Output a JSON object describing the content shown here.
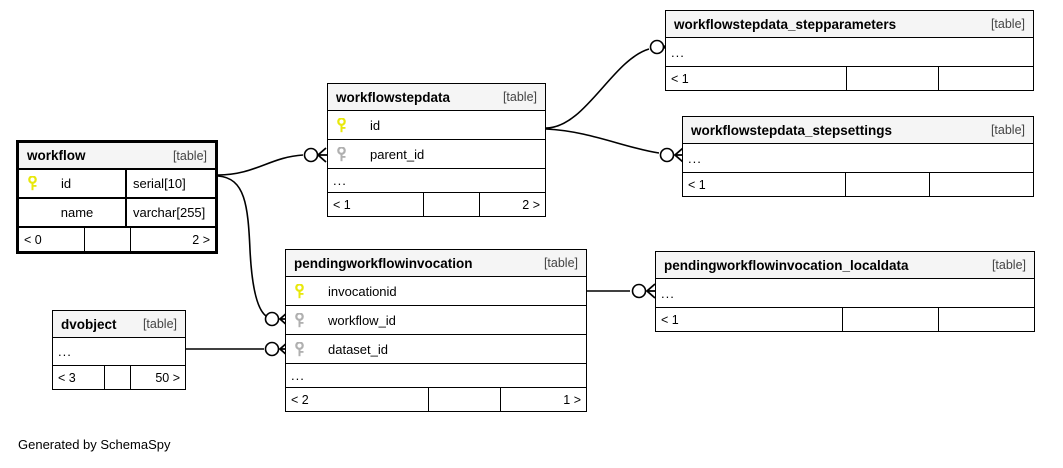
{
  "diagram": {
    "credit": "Generated by SchemaSpy",
    "table_tag": "[table]",
    "ellipsis": "...",
    "key_primary_color": "#e8e80c",
    "key_foreign_color": "#b0b0b0",
    "header_bg": "#f5f5f5",
    "line_color": "#000000"
  },
  "tables": {
    "workflow": {
      "name": "workflow",
      "tag": "[table]",
      "columns": [
        {
          "name": "id",
          "type": "serial[10]",
          "key": "primary"
        },
        {
          "name": "name",
          "type": "varchar[255]",
          "key": "none"
        }
      ],
      "footer": {
        "left": "< 0",
        "mid": "",
        "right": "2 >"
      }
    },
    "workflowstepdata": {
      "name": "workflowstepdata",
      "tag": "[table]",
      "columns": [
        {
          "name": "id",
          "type": "",
          "key": "primary"
        },
        {
          "name": "parent_id",
          "type": "",
          "key": "foreign"
        }
      ],
      "ellipsis": "...",
      "footer": {
        "left": "< 1",
        "mid": "",
        "right": "2 >"
      }
    },
    "workflowstepdata_stepparameters": {
      "name": "workflowstepdata_stepparameters",
      "tag": "[table]",
      "ellipsis": "...",
      "footer": {
        "left": "< 1",
        "mid": "",
        "right": ""
      }
    },
    "workflowstepdata_stepsettings": {
      "name": "workflowstepdata_stepsettings",
      "tag": "[table]",
      "ellipsis": "...",
      "footer": {
        "left": "< 1",
        "mid": "",
        "right": ""
      }
    },
    "pendingworkflowinvocation": {
      "name": "pendingworkflowinvocation",
      "tag": "[table]",
      "columns": [
        {
          "name": "invocationid",
          "type": "",
          "key": "primary"
        },
        {
          "name": "workflow_id",
          "type": "",
          "key": "foreign"
        },
        {
          "name": "dataset_id",
          "type": "",
          "key": "foreign"
        }
      ],
      "ellipsis": "...",
      "footer": {
        "left": "< 2",
        "mid": "",
        "right": "1 >"
      }
    },
    "pendingworkflowinvocation_localdata": {
      "name": "pendingworkflowinvocation_localdata",
      "tag": "[table]",
      "ellipsis": "...",
      "footer": {
        "left": "< 1",
        "mid": "",
        "right": ""
      }
    },
    "dvobject": {
      "name": "dvobject",
      "tag": "[table]",
      "ellipsis": "...",
      "footer": {
        "left": "< 3",
        "mid": "",
        "right": "50 >"
      }
    }
  },
  "relationships": [
    {
      "from": "workflow",
      "to": "workflowstepdata",
      "label": ""
    },
    {
      "from": "workflow",
      "to": "pendingworkflowinvocation",
      "label": ""
    },
    {
      "from": "workflowstepdata",
      "to": "workflowstepdata_stepparameters",
      "label": ""
    },
    {
      "from": "workflowstepdata",
      "to": "workflowstepdata_stepsettings",
      "label": ""
    },
    {
      "from": "pendingworkflowinvocation",
      "to": "pendingworkflowinvocation_localdata",
      "label": ""
    },
    {
      "from": "dvobject",
      "to": "pendingworkflowinvocation",
      "label": ""
    }
  ]
}
